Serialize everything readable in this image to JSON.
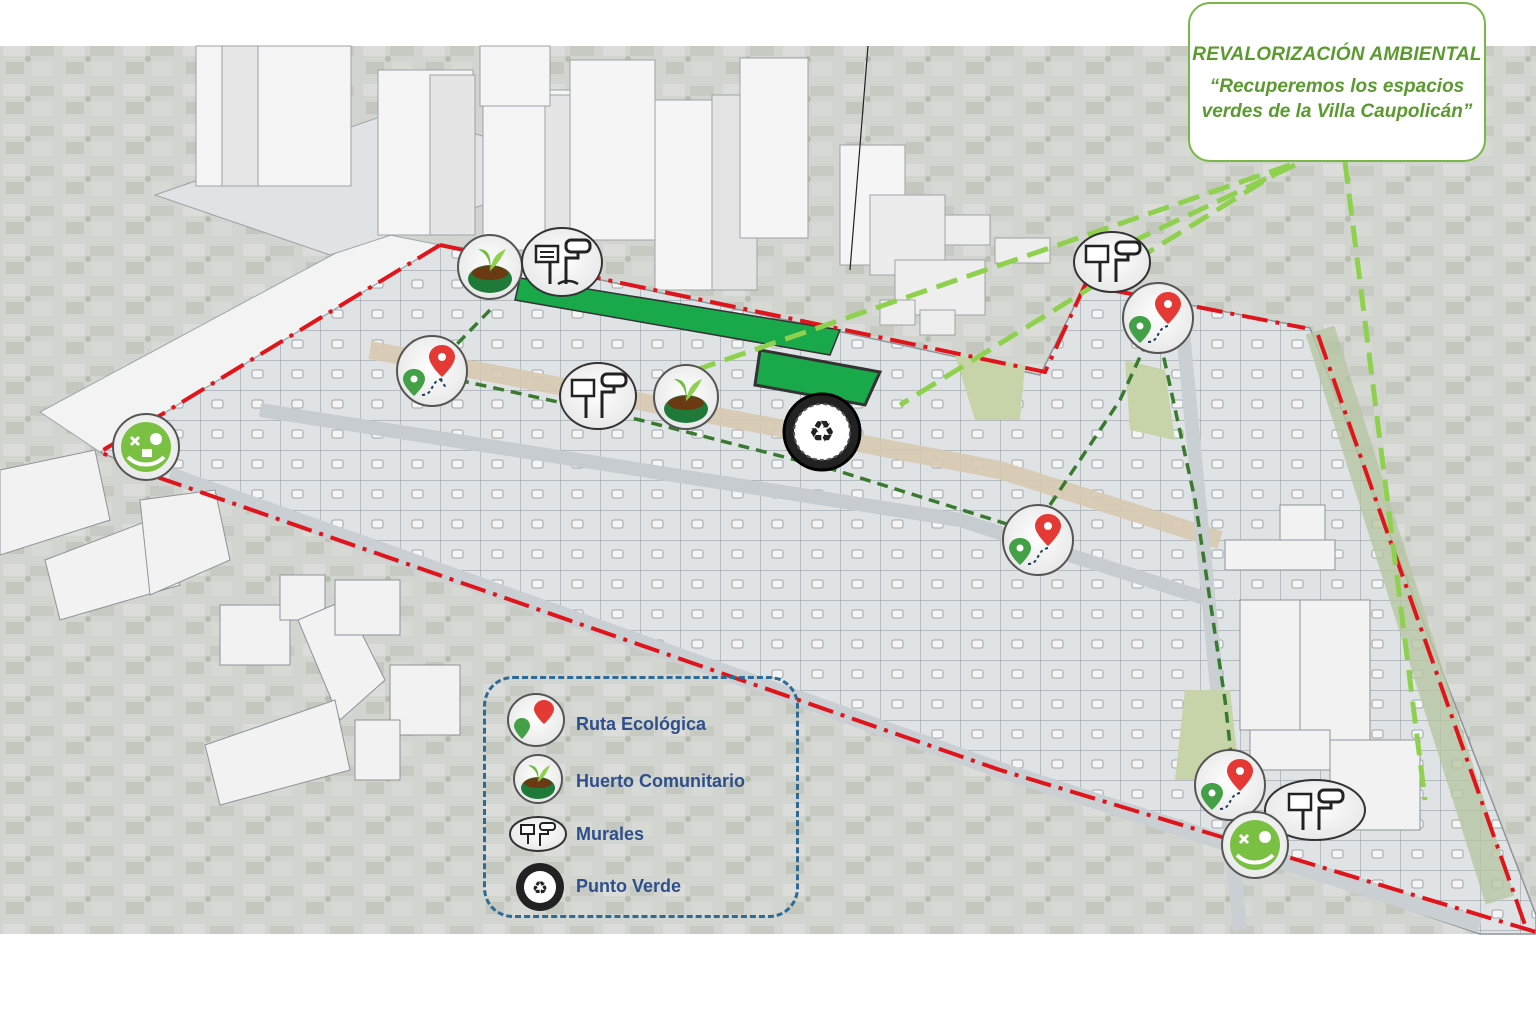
{
  "callout": {
    "title": "REVALORIZACIÓN AMBIENTAL",
    "subtitle_line1": "“Recuperemos los espacios",
    "subtitle_line2": "verdes de la Villa Caupolicán”"
  },
  "legend": {
    "items": [
      {
        "label": "Ruta Ecológica",
        "icon": "route-pin-icon"
      },
      {
        "label": "Huerto Comunitario",
        "icon": "plant-pot-icon"
      },
      {
        "label": "Murales",
        "icon": "paint-tools-icon"
      },
      {
        "label": "Punto Verde",
        "icon": "recycle-tire-icon"
      }
    ]
  },
  "colors": {
    "boundary": "#e0141b",
    "route": "#3a7a2e",
    "callout_line": "#8fd14f",
    "green_area": "#19a84a",
    "legend_border": "#2e6a96",
    "text_blue": "#2e4f8a",
    "text_green": "#5a9a2e"
  }
}
